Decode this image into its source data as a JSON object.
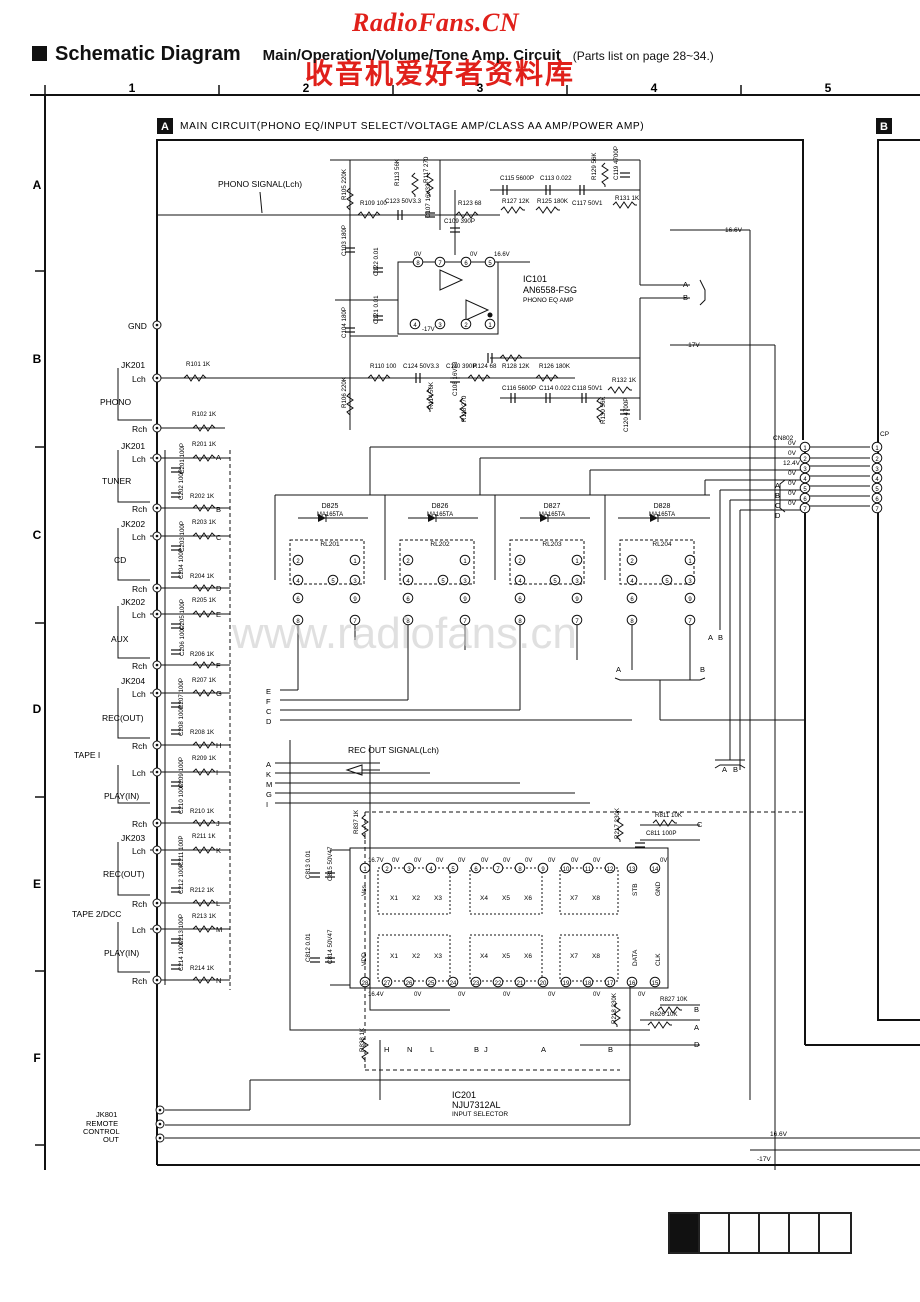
{
  "watermark": {
    "site": "RadioFans.CN",
    "chinese": "收音机爱好者资料库",
    "faint": "www.radiofans.cn"
  },
  "header": {
    "title": "Schematic Diagram",
    "subtitle": "Main/Operation/Volume/Tone Amp. Circuit",
    "parts_note": "(Parts list on page 28~34.)"
  },
  "grid": {
    "columns": [
      "1",
      "2",
      "3",
      "4",
      "5"
    ],
    "rows": [
      "A",
      "B",
      "C",
      "D",
      "E",
      "F"
    ]
  },
  "blocks": {
    "a_letter": "A",
    "a_title": "MAIN CIRCUIT(PHONO EQ/INPUT SELECT/VOLTAGE AMP/CLASS AA AMP/POWER AMP)",
    "b_letter": "B"
  },
  "left_labels": {
    "phono_signal": "PHONO SIGNAL(Lch)",
    "gnd": "GND",
    "jk201_a": "JK201",
    "phono": "PHONO",
    "lch": "Lch",
    "rch": "Rch",
    "jk201_b": "JK201",
    "tuner": "TUNER",
    "jk202_a": "JK202",
    "cd": "CD",
    "jk202_b": "JK202",
    "aux": "AUX",
    "jk204": "JK204",
    "rec_out_1": "REC(OUT)",
    "tape1": "TAPE I",
    "play_in_1": "PLAY(IN)",
    "jk203": "JK203",
    "rec_out_2": "REC(OUT)",
    "tape2": "TAPE 2/DCC",
    "play_in_2": "PLAY(IN)",
    "jk801": "JK801",
    "remote": "REMOTE",
    "control": "CONTROL",
    "out": "OUT"
  },
  "ic101": {
    "name": "IC101",
    "part": "AN6558-FSG",
    "desc": "PHONO EQ AMP"
  },
  "ic201": {
    "name": "IC201",
    "part": "NJU7312AL",
    "desc": "INPUT SELECTOR"
  },
  "phono_components": [
    "R109 100",
    "C123 50V3.3",
    "R113 56K",
    "C107 16V33",
    "R117 270",
    "R123 68",
    "C115 5600P",
    "R127 12K",
    "C113 0.022",
    "R125 180K",
    "C117 50V1",
    "R129 56K",
    "C119 4700P",
    "R131 1K",
    "C109 390P",
    "R110 100",
    "C124 50V3.3",
    "C110 390P",
    "R124 68",
    "R128 12K",
    "R126 180K",
    "C116 5600P",
    "C114 0.022",
    "C118 50V1",
    "R132 1K",
    "R130 56K",
    "C120 4700P",
    "R114 56K",
    "R118 270",
    "C108 16V33",
    "C103 180P",
    "C104 180P",
    "C121 0.01",
    "C122 0.01",
    "R105 220K",
    "R106 220K",
    "R101 1K",
    "R102 1K"
  ],
  "input_components": [
    "R201 1K",
    "C201 100P",
    "C202 100P",
    "R202 1K",
    "R203 1K",
    "C203 100P",
    "C204 100P",
    "R204 1K",
    "R205 1K",
    "C205 100P",
    "C206 100P",
    "R206 1K",
    "R207 1K",
    "C207 100P",
    "C208 100P",
    "R208 1K",
    "R209 1K",
    "C209 100P",
    "C210 100P",
    "R210 1K",
    "R211 1K",
    "C211 100P",
    "C212 100P",
    "R212 1K",
    "R213 1K",
    "C213 100P",
    "C214 100P",
    "R214 1K"
  ],
  "relays": [
    {
      "diode": "D825",
      "diode_part": "MA165TA",
      "relay": "RL201"
    },
    {
      "diode": "D826",
      "diode_part": "MA165TA",
      "relay": "RL202"
    },
    {
      "diode": "D827",
      "diode_part": "MA165TA",
      "relay": "RL203"
    },
    {
      "diode": "D828",
      "diode_part": "MA165TA",
      "relay": "RL204"
    }
  ],
  "selector_components": [
    "R837 1K",
    "C813 0.01",
    "C815 50V47",
    "C812 0.01",
    "C814 50V47",
    "R811 10K",
    "C811 100P",
    "R217 330K",
    "R827 10K",
    "R826 10K",
    "R218 330K",
    "R838 1K"
  ],
  "ic201_pins_top": [
    "1",
    "2",
    "3",
    "4",
    "5",
    "6",
    "7",
    "8",
    "9",
    "10",
    "11",
    "12",
    "13",
    "14"
  ],
  "ic201_pins_bottom": [
    "28",
    "27",
    "26",
    "25",
    "24",
    "23",
    "22",
    "21",
    "20",
    "19",
    "18",
    "17",
    "16",
    "15"
  ],
  "ic201_switches": [
    "X1",
    "X2",
    "X3",
    "X4",
    "X5",
    "X6",
    "X7",
    "X8"
  ],
  "ic201_side": [
    "Vss",
    "VDD",
    "STB",
    "GND",
    "DATA",
    "CLK"
  ],
  "rec_out_signal": "REC OUT SIGNAL(Lch)",
  "voltages": {
    "v166": "16.6V",
    "vm17": "-17V",
    "v0": "0V",
    "v124": "12.4V",
    "v167": "16.7V",
    "v164": "16.4V"
  },
  "cn802": {
    "name": "CN802",
    "pins": [
      "1",
      "2",
      "3",
      "4",
      "5",
      "6",
      "7"
    ],
    "volts": [
      "0V",
      "0V",
      "12.4V",
      "0V",
      "0V",
      "0V",
      "0V"
    ],
    "right_tag": "CP",
    "right_pins": [
      "1",
      "2",
      "3",
      "4",
      "5",
      "6",
      "7"
    ]
  },
  "bus_letters": [
    "A",
    "B",
    "C",
    "D",
    "E",
    "F",
    "G",
    "H",
    "I",
    "J",
    "K",
    "L",
    "M",
    "N"
  ],
  "sheet_index": {
    "cells": 6,
    "filled": 1
  }
}
